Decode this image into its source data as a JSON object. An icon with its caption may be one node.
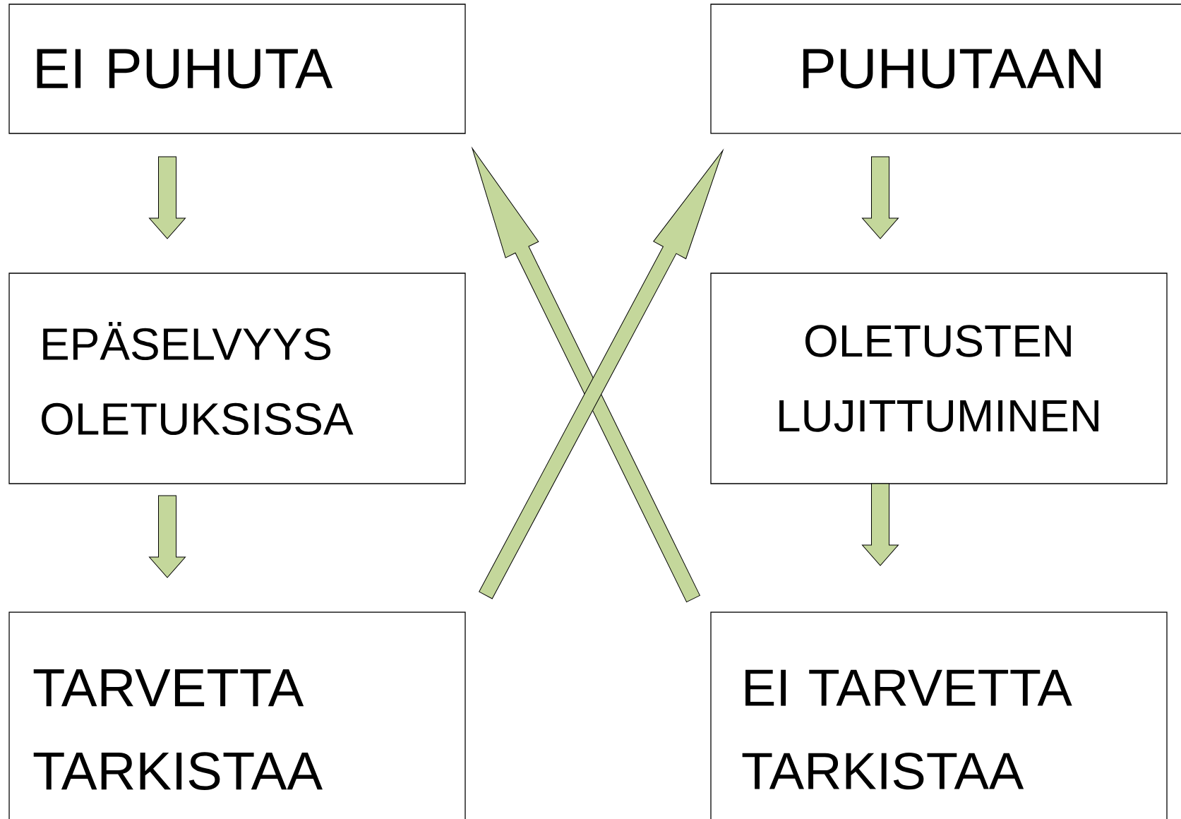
{
  "diagram": {
    "nodes": [
      {
        "text": [
          "EI PUHUTA"
        ]
      },
      {
        "text": [
          "PUHUTAAN"
        ]
      },
      {
        "text": [
          "EPÄSELVYYS OLETUKSISSA"
        ]
      },
      {
        "text": [
          "OLETUSTEN LUJITTUMINEN"
        ]
      },
      {
        "text": [
          "TARVETTA TARKISTAA"
        ]
      },
      {
        "text": [
          "EI TARVETTA TARKISTAA"
        ]
      }
    ],
    "edges": [
      {
        "from": 0,
        "to": 2,
        "arrow": "to"
      },
      {
        "from": 2,
        "to": 4,
        "arrow": "to"
      },
      {
        "from": 1,
        "to": 3,
        "arrow": "to"
      },
      {
        "from": 3,
        "to": 5,
        "arrow": "to"
      },
      {
        "from": 5,
        "to": 0,
        "arrow": "to"
      },
      {
        "from": 4,
        "to": 1,
        "arrow": "to"
      }
    ]
  }
}
